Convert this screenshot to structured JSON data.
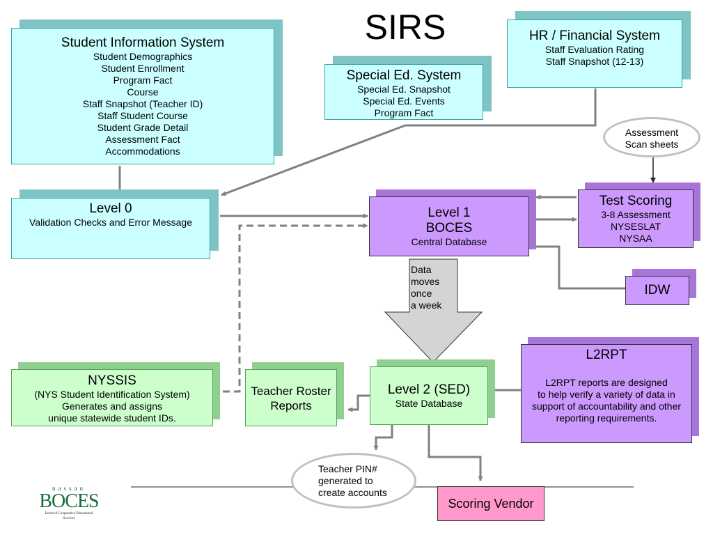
{
  "title": "SIRS",
  "sis": {
    "title": "Student Information System",
    "items": [
      "Student Demographics",
      "Student Enrollment",
      "Program Fact",
      "Course",
      "Staff Snapshot (Teacher ID)",
      "Staff Student Course",
      "Student Grade Detail",
      "Assessment Fact",
      "Accommodations"
    ]
  },
  "sped": {
    "title": "Special Ed. System",
    "items": [
      "Special Ed. Snapshot",
      "Special Ed. Events",
      "Program Fact"
    ]
  },
  "hr": {
    "title": "HR / Financial System",
    "items": [
      "Staff Evaluation Rating",
      "Staff Snapshot (12-13)"
    ]
  },
  "assessment_oval": {
    "lines": [
      "Assessment",
      "Scan sheets"
    ]
  },
  "level0": {
    "title": "Level 0",
    "subtitle": "Validation Checks and Error Message"
  },
  "level1": {
    "lines": [
      "Level 1",
      "BOCES"
    ],
    "subtitle": "Central Database"
  },
  "test_scoring": {
    "title": "Test Scoring",
    "items": [
      "3-8 Assessment",
      "NYSESLAT",
      "NYSAA"
    ]
  },
  "idw": {
    "title": "IDW"
  },
  "data_arrow": {
    "lines": [
      "Data",
      "moves",
      "once",
      "a week"
    ]
  },
  "nyssis": {
    "title": "NYSSIS",
    "items": [
      "(NYS Student Identification System)",
      "Generates and assigns",
      "unique statewide student IDs."
    ]
  },
  "teacher_roster": {
    "lines": [
      "Teacher Roster",
      "Reports"
    ]
  },
  "level2": {
    "title": "Level 2 (SED)",
    "subtitle": "State Database"
  },
  "l2rpt": {
    "title": "L2RPT",
    "description": [
      "L2RPT reports are designed",
      "to help verify a variety of data in",
      "support of accountability and other",
      "reporting requirements."
    ]
  },
  "teacher_pin": {
    "lines": [
      "Teacher PIN#",
      "generated to",
      "create accounts"
    ]
  },
  "scoring_vendor": {
    "title": "Scoring Vendor"
  },
  "logo": {
    "top": "nassau",
    "main": "BOCES",
    "caption": "Board of Cooperative Educational Services"
  },
  "colors": {
    "cyan": "#ccffff",
    "purple": "#cc99ff",
    "green": "#ccffcc",
    "pink": "#ff99cc",
    "connector": "#808080"
  }
}
